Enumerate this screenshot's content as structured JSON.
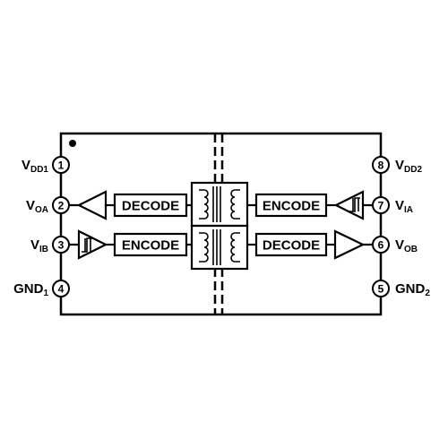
{
  "colors": {
    "ink": "#000000",
    "background": "#ffffff"
  },
  "pins": {
    "p1": {
      "number": "1",
      "name": "V",
      "sub": "DD1"
    },
    "p2": {
      "number": "2",
      "name": "V",
      "sub": "OA"
    },
    "p3": {
      "number": "3",
      "name": "V",
      "sub": "IB"
    },
    "p4": {
      "number": "4",
      "name": "GND",
      "sub": "1"
    },
    "p5": {
      "number": "5",
      "name": "GND",
      "sub": "2"
    },
    "p6": {
      "number": "6",
      "name": "V",
      "sub": "OB"
    },
    "p7": {
      "number": "7",
      "name": "V",
      "sub": "IA"
    },
    "p8": {
      "number": "8",
      "name": "V",
      "sub": "DD2"
    }
  },
  "blocks": {
    "decode_a": "DECODE",
    "encode_b": "ENCODE",
    "encode_a": "ENCODE",
    "decode_b": "DECODE"
  }
}
